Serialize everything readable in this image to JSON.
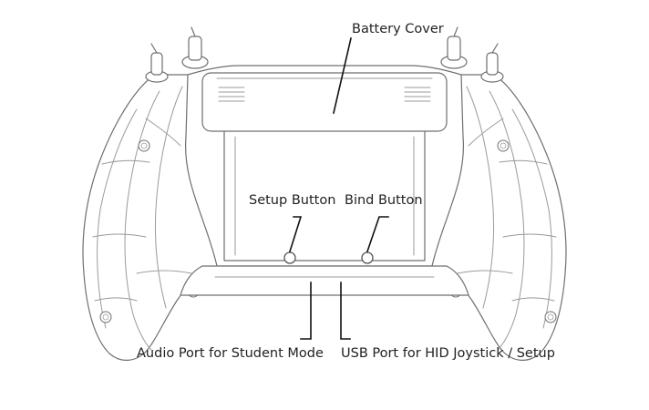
{
  "labels": {
    "battery_cover": "Battery Cover",
    "setup_button": "Setup Button",
    "bind_button": "Bind Button",
    "audio_port": "Audio Port for Student Mode",
    "usb_port": "USB Port for HID Joystick / Setup"
  }
}
